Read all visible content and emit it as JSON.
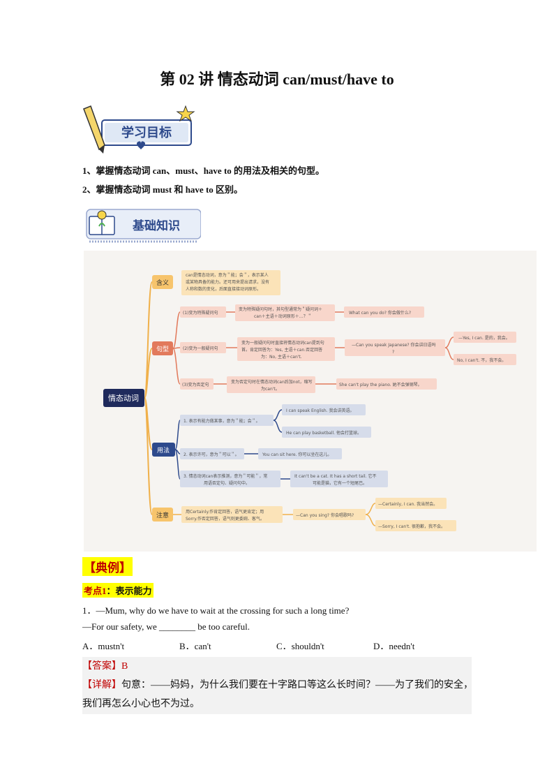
{
  "title": "第 02 讲  情态动词 can/must/have to",
  "banner_goals": "学习目标",
  "objectives": [
    "1、掌握情态动词 can、must、have to 的用法及相关的句型。",
    "2、掌握情态动词 must 和 have to 区别。"
  ],
  "banner_basics": "基础知识",
  "mindmap": {
    "root": "情态动词",
    "branches": {
      "hanyi": "含义",
      "juxing": "句型",
      "yongfa": "用法",
      "zhuyi": "注意"
    },
    "hanyi_desc": [
      "can是情态动词，意为＂能；会＂，表示某人",
      "或某物具备的能力。还可用来提出请求，没有",
      "人称和数的变化，后面直接接动词原形。"
    ],
    "juxing_items": [
      {
        "label": "(1)变为特殊疑问句",
        "desc": [
          "变为特殊疑问句时，其句型通常为＂疑问词＋",
          "can＋主语＋动词原形＋…？＂"
        ],
        "example": "What can you do? 你会做什么?"
      },
      {
        "label": "(2)变为一般疑问句",
        "desc": [
          "变为一般疑问句时直接将情态动词can提到句",
          "首。肯定回答为：Yes, 主语＋can.否定回答",
          "为：No, 主语＋can't."
        ],
        "example": [
          "—Can you speak Japanese? 你会讲日语吗",
          "?"
        ],
        "answers": [
          "—Yes, I can. 是的，我会。",
          "No, I can't. 不，我不会。"
        ]
      },
      {
        "label": "(3)变为否定句",
        "desc": [
          "变为否定句时在情态动词can后加not，缩写",
          "为can't。"
        ],
        "example": "She can't play the piano. 她不会弹钢琴。"
      }
    ],
    "yongfa_items": [
      {
        "label": "1. 表示有能力做某事，意为＂能；会＂。",
        "examples": [
          "I can speak English. 我会讲英语。",
          "He can play basketball. 他会打篮球。"
        ]
      },
      {
        "label": "2. 表示许可，意为＂可以＂。",
        "examples": [
          "You can sit here. 你可以坐在这儿。"
        ]
      },
      {
        "label": [
          "3. 情态动词can表示推测，意为＂可能＂，常",
          "用语否定句、疑问句中。"
        ],
        "examples": [
          [
            "It can't be a cat. It has a short tail. 它不",
            "可能是猫，它有一个短尾巴。"
          ]
        ]
      }
    ],
    "zhuyi_desc": [
      "用Certainly.作肯定回答，语气更肯定；用",
      "Sorry.作否定回答，语气则更委婉、客气。"
    ],
    "zhuyi_example": "—Can you sing?  你会唱歌吗?",
    "zhuyi_answers": [
      "—Certainly, I can. 我当然会。",
      "—Sorry, I can't. 很抱歉，我不会。"
    ]
  },
  "example_tag": "【典例】",
  "kaodian_label": "考点",
  "kaodian_num": "1",
  "kaodian_title": "：表示能力",
  "question": {
    "line1": "1．—Mum, why do we have to wait at the crossing for such a long time?",
    "line2": "—For our safety, we ________ be too careful.",
    "options": [
      "A．mustn't",
      "B．can't",
      "C．shouldn't",
      "D．needn't"
    ]
  },
  "answer_label": "【答案】",
  "answer_value": "B",
  "detail_label": "【详解】",
  "detail_lines": [
    "句意：——妈妈，为什么我们要在十字路口等这么长时间？——为了我们的安全，",
    "我们再怎么小心也不为过。"
  ],
  "colors": {
    "root_bg": "#1f2a5c",
    "hanyi": "#f7c46c",
    "juxing": "#e27a5c",
    "yongfa": "#2e4a8c",
    "zhuyi": "#f7c46c",
    "answer_red": "#c00000",
    "highlight": "#ffff00"
  }
}
